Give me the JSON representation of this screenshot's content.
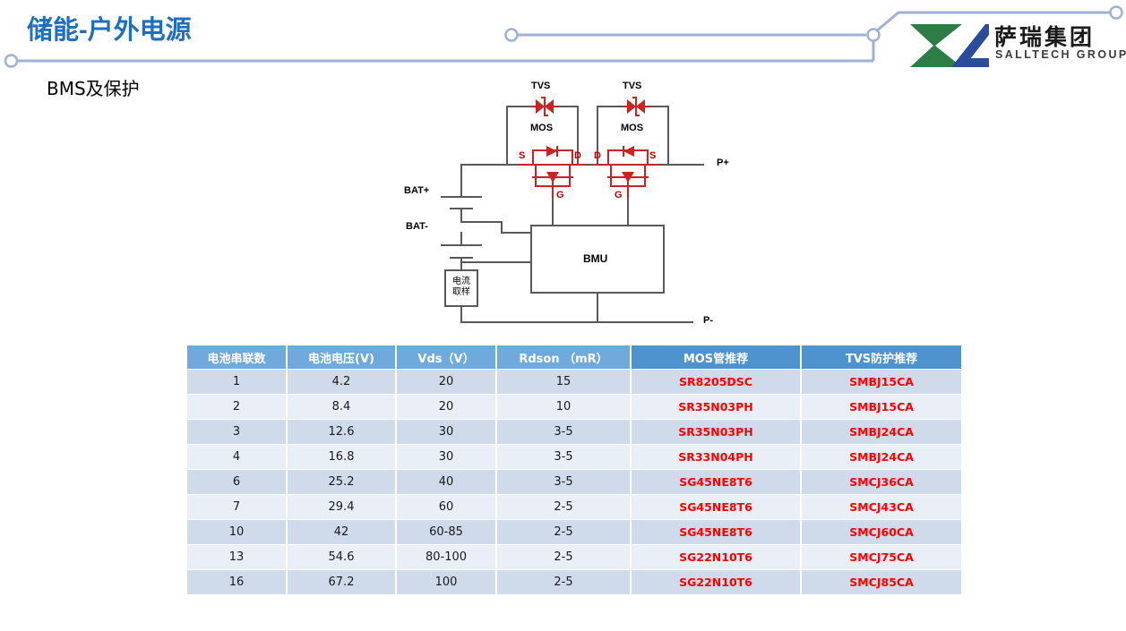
{
  "header": {
    "title": "储能-户外电源",
    "subtitle": "BMS及保护",
    "logo": {
      "cn": "萨瑞集团",
      "en": "SALLTECH GROUP",
      "mark_name": "salltech-sl-mark",
      "green": "#2E7D46",
      "blue": "#2B4C9B"
    },
    "deco_line_color": "#9FB2D4",
    "title_color": "#1F6FC0"
  },
  "diagram": {
    "labels": {
      "tvs_left": "TVS",
      "tvs_right": "TVS",
      "mos_left": "MOS",
      "mos_right": "MOS",
      "s_left": "S",
      "d_left": "D",
      "g_left": "G",
      "d_right": "D",
      "s_right": "S",
      "g_right": "G",
      "bat_plus": "BAT+",
      "bat_minus": "BAT-",
      "p_plus": "P+",
      "p_minus": "P-",
      "bmu": "BMU",
      "shunt": "电流取样"
    },
    "wire_color": "#595959",
    "device_color": "#CC2222"
  },
  "table": {
    "headers": [
      "电池串联数",
      "电池电压(V)",
      "Vds（V）",
      "Rdson （mR）",
      "MOS管推荐",
      "TVS防护推荐"
    ],
    "header_color_soft": "#70AADC",
    "header_color_strong": "#4E92CE",
    "part_color": "#FF0000",
    "rows": [
      {
        "cells": [
          "1",
          "4.2",
          "20",
          "15",
          "SR8205DSC",
          "SMBJ15CA"
        ]
      },
      {
        "cells": [
          "2",
          "8.4",
          "20",
          "10",
          "SR35N03PH",
          "SMBJ15CA"
        ]
      },
      {
        "cells": [
          "3",
          "12.6",
          "30",
          "3-5",
          "SR35N03PH",
          "SMBJ24CA"
        ]
      },
      {
        "cells": [
          "4",
          "16.8",
          "30",
          "3-5",
          "SR33N04PH",
          "SMBJ24CA"
        ]
      },
      {
        "cells": [
          "6",
          "25.2",
          "40",
          "3-5",
          "SG45NE8T6",
          "SMCJ36CA"
        ]
      },
      {
        "cells": [
          "7",
          "29.4",
          "60",
          "2-5",
          "SG45NE8T6",
          "SMCJ43CA"
        ]
      },
      {
        "cells": [
          "10",
          "42",
          "60-85",
          "2-5",
          "SG45NE8T6",
          "SMCJ60CA"
        ]
      },
      {
        "cells": [
          "13",
          "54.6",
          "80-100",
          "2-5",
          "SG22N10T6",
          "SMCJ75CA"
        ]
      },
      {
        "cells": [
          "16",
          "67.2",
          "100",
          "2-5",
          "SG22N10T6",
          "SMCJ85CA"
        ]
      }
    ]
  }
}
